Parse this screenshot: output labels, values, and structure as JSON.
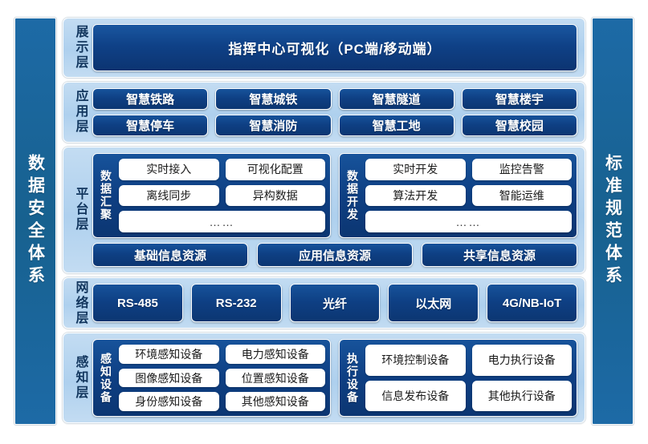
{
  "sidebars": {
    "left": "数据安全体系",
    "right": "标准规范体系"
  },
  "layers": {
    "display": {
      "label": "展示层",
      "banner": "指挥中心可视化（PC端/移动端）"
    },
    "application": {
      "label": "应用层",
      "row1": [
        "智慧铁路",
        "智慧城铁",
        "智慧隧道",
        "智慧楼宇"
      ],
      "row2": [
        "智慧停车",
        "智慧消防",
        "智慧工地",
        "智慧校园"
      ]
    },
    "platform": {
      "label": "平台层",
      "groups": [
        {
          "label": "数据汇聚",
          "row1": [
            "实时接入",
            "可视化配置"
          ],
          "row2": [
            "离线同步",
            "异构数据"
          ],
          "row3": "……"
        },
        {
          "label": "数据开发",
          "row1": [
            "实时开发",
            "监控告警"
          ],
          "row2": [
            "算法开发",
            "智能运维"
          ],
          "row3": "……"
        }
      ],
      "resources": [
        "基础信息资源",
        "应用信息资源",
        "共享信息资源"
      ]
    },
    "network": {
      "label": "网络层",
      "items": [
        "RS-485",
        "RS-232",
        "光纤",
        "以太网",
        "4G/NB-IoT"
      ]
    },
    "sensing": {
      "label": "感知层",
      "groups": [
        {
          "label": "感知设备",
          "row1": [
            "环境感知设备",
            "电力感知设备"
          ],
          "row2": [
            "图像感知设备",
            "位置感知设备"
          ],
          "row3": [
            "身份感知设备",
            "其他感知设备"
          ]
        },
        {
          "label": "执行设备",
          "row1": [
            "环境控制设备",
            "电力执行设备"
          ],
          "row2": [
            "信息发布设备",
            "其他执行设备"
          ]
        }
      ]
    }
  },
  "colors": {
    "navy": "#0e3f83",
    "pillar": "#1d6aa6",
    "layer_bg": "#aed0ee",
    "chip_white": "#ffffff"
  }
}
